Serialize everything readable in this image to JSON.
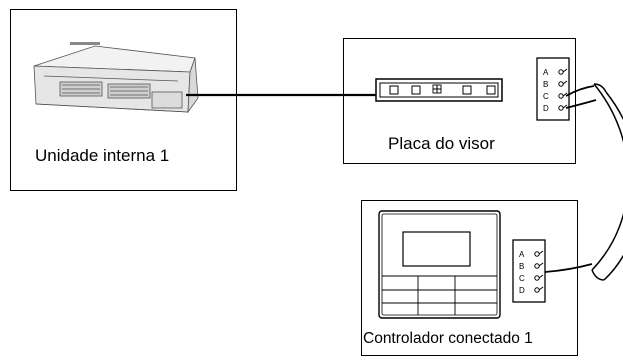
{
  "labels": {
    "indoor_unit": "Unidade interna 1",
    "display_board": "Placa do visor",
    "controller": "Controlador conectado 1"
  },
  "terminals": [
    "A",
    "B",
    "C",
    "D"
  ],
  "colors": {
    "line": "#000000",
    "background": "#ffffff",
    "unit_fill": "#f2f2f2"
  }
}
